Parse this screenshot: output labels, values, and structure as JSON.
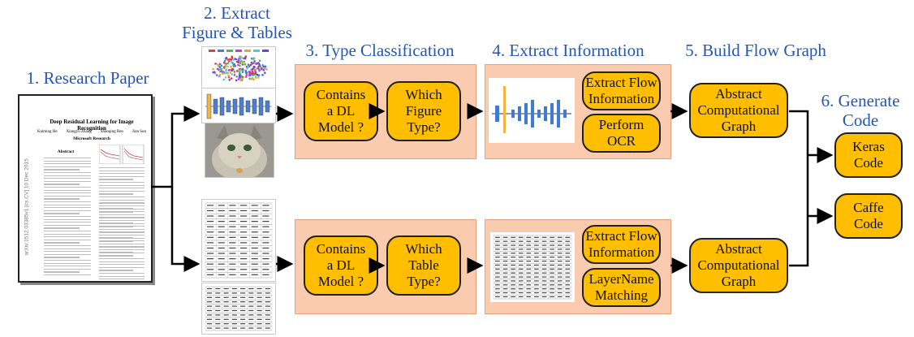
{
  "steps": {
    "s1": "1. Research Paper",
    "s2": "2. Extract\nFigure & Tables",
    "s3": "3. Type Classification",
    "s4": "4. Extract Information",
    "s5": "5. Build Flow Graph",
    "s6": "6. Generate\nCode"
  },
  "paper": {
    "title": "Deep Residual Learning for Image Recognition",
    "authors": [
      "Kaiming He",
      "Xiangyu Zhang",
      "Shaoqing Ren",
      "Jian Sun"
    ],
    "affiliation": "Microsoft Research",
    "section": "Abstract",
    "arxiv": "arXiv:1512.03385v1 [cs.CV] 10 Dec 2015"
  },
  "top_row": {
    "classify_1": "Contains\na DL\nModel ?",
    "classify_2": "Which\nFigure\nType?",
    "extract_1": "Extract Flow\nInformation",
    "extract_2": "Perform\nOCR",
    "graph": "Abstract\nComputational\nGraph"
  },
  "bottom_row": {
    "classify_1": "Contains\na DL\nModel ?",
    "classify_2": "Which\nTable\nType?",
    "extract_1": "Extract Flow\nInformation",
    "extract_2": "LayerName\nMatching",
    "graph": "Abstract\nComputational\nGraph"
  },
  "outputs": {
    "keras": "Keras\nCode",
    "caffe": "Caffe\nCode"
  },
  "colors": {
    "title": "#2456b4",
    "panel": "#fbcbb0",
    "node": "#ffbf00",
    "arrow": "#000000"
  }
}
